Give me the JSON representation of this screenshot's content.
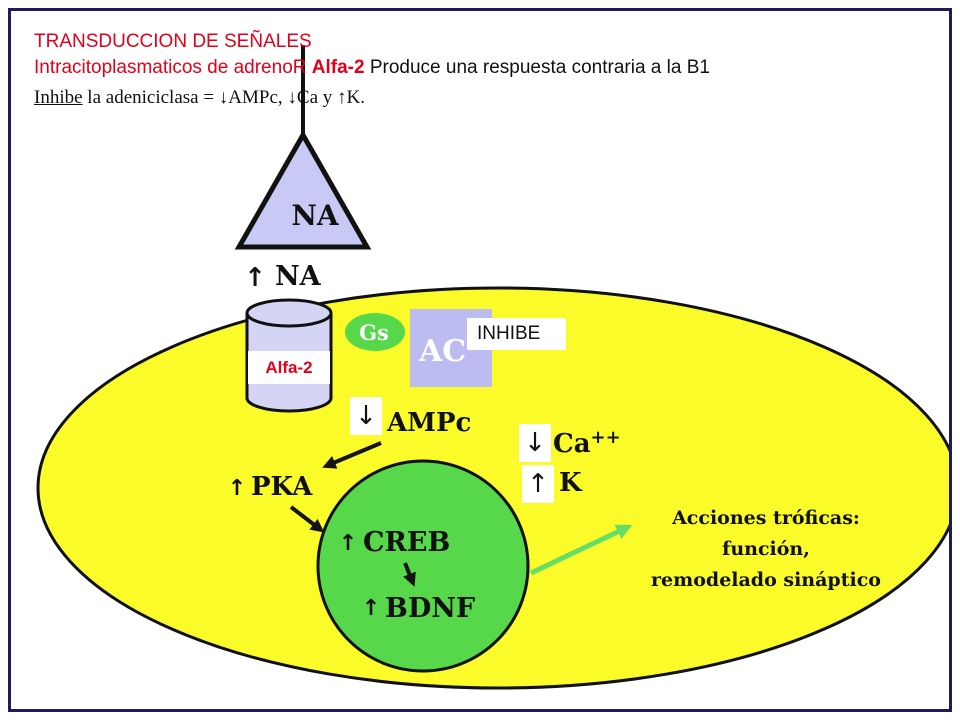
{
  "header": {
    "line1": "TRANSDUCCION DE SEÑALES",
    "line2_red": "Intracitoplasmaticos de adrenoR ",
    "line2_bold": "Alfa-2",
    "line2_black": "  Produce una respuesta contraria a la B1",
    "line3_underlined": "Inhibe",
    "line3_rest": " la adeniciclasa = ↓AMPc, ↓Ca y ↑K."
  },
  "diagram": {
    "neuron_label": "NA",
    "na_release_arrow": "↑",
    "na_release_label": "NA",
    "gs_label": "Gs",
    "ac_label": "AC",
    "ampc_label": "AMPc",
    "ca_label": "Ca",
    "ca_superscript": "++",
    "k_label": "K",
    "pka_arrow": "↑",
    "pka_label": "PKA",
    "creb_arrow": "↑",
    "creb_label": "CREB",
    "bdnf_arrow": "↑",
    "bdnf_label": "BDNF",
    "actions_line1": "Acciones tróficas:",
    "actions_line2": "función,",
    "actions_line3": "remodelado sináptico"
  },
  "overlays": {
    "inhibe_label": "INHIBE",
    "alfa2_label": "Alfa-2",
    "ampc_down_arrow": "↓",
    "ca_down_arrow": "↓",
    "k_up_arrow": "↑"
  },
  "colors": {
    "cell_fill": "#fbfb2a",
    "nucleus_fill": "#57d84b",
    "neuron_fill": "#c9c9f6",
    "receptor_fill": "#d4d4f4",
    "ac_fill": "#bcbcf2",
    "title_red": "#e3001b",
    "frame_border": "#1b1b5e"
  }
}
